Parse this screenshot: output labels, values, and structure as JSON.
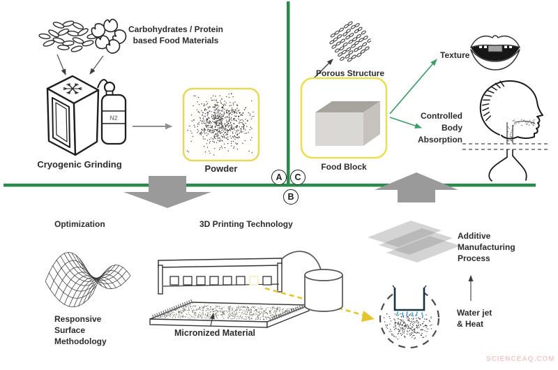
{
  "top_left": {
    "materials_line1": "Carbohydrates / Protein",
    "materials_line2": "based Food Materials",
    "grinder_label": "Cryogenic Grinding",
    "n2_label": "N2",
    "powder_label": "Powder"
  },
  "top_right": {
    "porous_label": "Porous Structure",
    "food_block_label": "Food Block",
    "texture_label": "Texture",
    "absorption_line1": "Controlled",
    "absorption_line2": "Body",
    "absorption_line3": "Absorption"
  },
  "markers": {
    "a": "A",
    "b": "B",
    "c": "C"
  },
  "bottom_left": {
    "optimization_label": "Optimization",
    "printing_label": "3D Printing Technology",
    "responsive_line1": "Responsive",
    "responsive_line2": "Surface",
    "responsive_line3": "Methodology",
    "micronized_label": "Micronized Material"
  },
  "bottom_right": {
    "additive_line1": "Additive",
    "additive_line2": "Manufacturing",
    "additive_line3": "Process",
    "waterjet_line1": "Water jet",
    "waterjet_line2": "& Heat"
  },
  "watermark": "SCIENCEAQ.COM",
  "colors": {
    "divider_green": "#2a8a4a",
    "highlight_yellow": "#e8d45c",
    "arrow_gray": "#9a9a9a",
    "arrow_green": "#3f9d68",
    "dashed_arrow_yellow": "#e3c62e",
    "water_blue": "#5ba7d8",
    "watermark_pink": "#f2caca"
  },
  "icons": {
    "rice-grains-icon": "ellipse-cluster",
    "beans-icon": "kidney-shapes",
    "freezer-icon": "iso-box",
    "snowflake-icon": "six-spoke-star",
    "n2-tank-icon": "gas-cylinder",
    "porous-structure-icon": "dot-weave-circle",
    "food-block-icon": "iso-cuboid",
    "mouth-icon": "open-lips",
    "head-swallow-icon": "profile-with-throat",
    "saddle-mesh-icon": "wireframe-surface",
    "printer-bed-icon": "iso-powder-bed",
    "powder-container-icon": "cylinder",
    "spray-nozzle-icon": "dashed-circle-nozzle",
    "layer-stack-icon": "translucent-sheets"
  }
}
